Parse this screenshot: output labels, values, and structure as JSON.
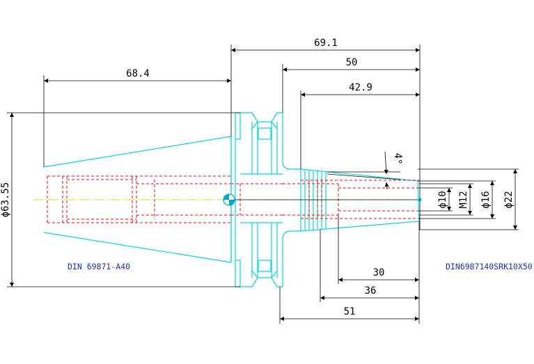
{
  "colors": {
    "background": "#ffffff",
    "dimension": "#000000",
    "outline": "#00d8e0",
    "hidden": "#ff0000",
    "centerline": "#e6d400",
    "label": "#1a33cc"
  },
  "dimensions": {
    "d_69_1": "69.1",
    "d_68_4": "68.4",
    "d_50": "50",
    "d_42_9": "42.9",
    "d_angle": "4°",
    "d_phi10": "ϕ10",
    "d_m12": "M12",
    "d_phi16": "ϕ16",
    "d_phi22": "ϕ22",
    "d_phi63_55": "ϕ63.55",
    "d_30": "30",
    "d_36": "36",
    "d_51": "51"
  },
  "labels": {
    "left_standard": "DIN 69871-A40",
    "right_standard": "DIN6987140SRK10X50"
  }
}
